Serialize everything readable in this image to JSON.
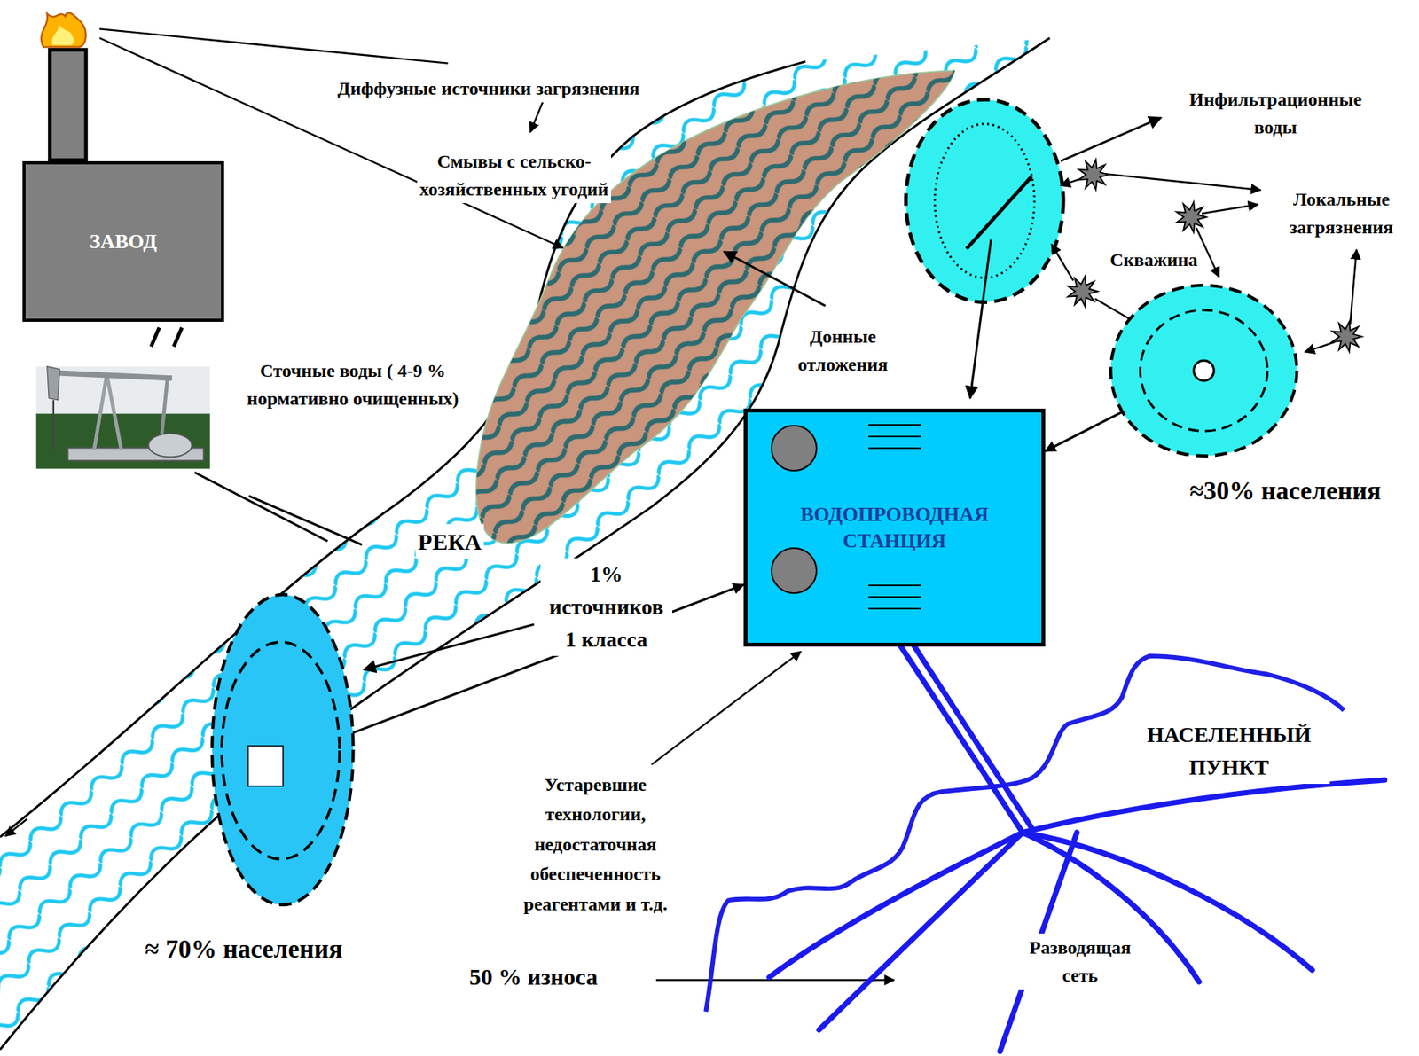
{
  "diagram": {
    "nodes": [
      {
        "text": [
          "ЗАВОД"
        ]
      },
      {
        "text": [
          "≈30% населения"
        ]
      },
      {
        "text": [
          "ВОДОПРОВОДНАЯ СТАНЦИЯ"
        ]
      },
      {
        "text": [
          "≈ 70% населения"
        ]
      }
    ],
    "edges": [
      {
        "from": 1,
        "to": 2,
        "arrow": "to"
      },
      {
        "from": 3,
        "to": 2,
        "arrow": "to"
      }
    ],
    "labels": [
      "Диффузные источники загрязнения",
      "Инфильтрационные воды",
      "Смывы с сельско- хозяйственных угодий",
      "Локальные загрязнения",
      "Скважина",
      "Донные отложения",
      "Сточные воды ( 4-9 % нормативно очищенных)",
      "РЕКА",
      "1% источников 1 класса",
      "НАСЕЛЕННЫЙ ПУНКТ",
      "Устаревшие технологии, недостаточная обеспеченность реагентами и т.д.",
      "Разводящая сеть",
      "50 % износа"
    ]
  }
}
